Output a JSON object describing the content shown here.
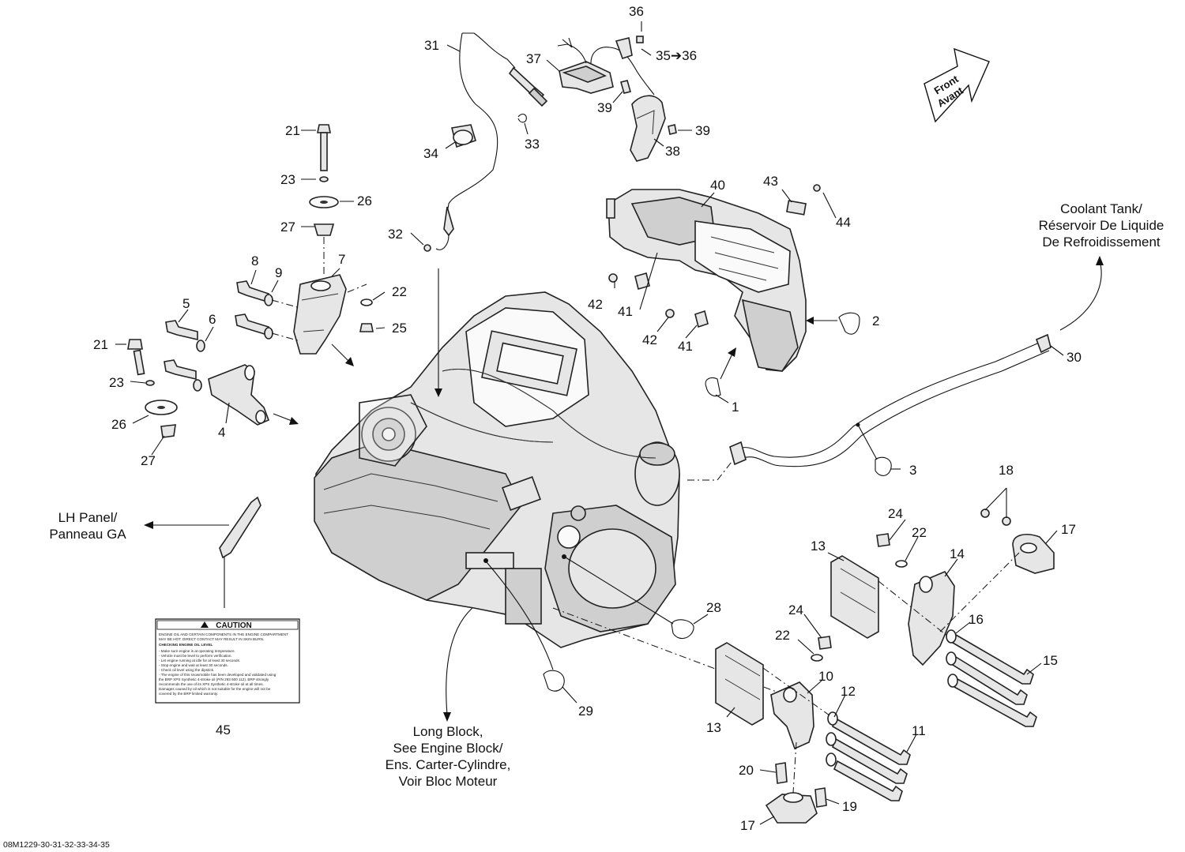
{
  "figure_ref": "08M1229-30-31-32-33-34-35",
  "direction": {
    "front": "Front",
    "avant": "Avant"
  },
  "notes": {
    "coolant": [
      "Coolant Tank/",
      "Réservoir De Liquide",
      "De Refroidissement"
    ],
    "lh_panel": [
      "LH Panel/",
      "Panneau GA"
    ],
    "long_block": [
      "Long Block,",
      "See Engine Block/",
      "Ens. Carter-Cylindre,",
      "Voir Bloc Moteur"
    ]
  },
  "callouts": {
    "c1": "1",
    "c2": "2",
    "c3": "3",
    "c4": "4",
    "c5": "5",
    "c6": "6",
    "c7": "7",
    "c8": "8",
    "c9": "9",
    "c10": "10",
    "c11": "11",
    "c12": "12",
    "c13a": "13",
    "c13b": "13",
    "c14": "14",
    "c15": "15",
    "c16": "16",
    "c17a": "17",
    "c17b": "17",
    "c18": "18",
    "c19": "19",
    "c20": "20",
    "c21a": "21",
    "c21b": "21",
    "c22a": "22",
    "c22b": "22",
    "c22c": "22",
    "c23a": "23",
    "c23b": "23",
    "c24a": "24",
    "c24b": "24",
    "c25": "25",
    "c26a": "26",
    "c26b": "26",
    "c27a": "27",
    "c27b": "27",
    "c28": "28",
    "c29": "29",
    "c30": "30",
    "c31": "31",
    "c32": "32",
    "c33": "33",
    "c34": "34",
    "c35": "35➔36",
    "c36": "36",
    "c37": "37",
    "c38": "38",
    "c39a": "39",
    "c39b": "39",
    "c40": "40",
    "c41a": "41",
    "c41b": "41",
    "c42a": "42",
    "c42b": "42",
    "c43": "43",
    "c44": "44",
    "c45": "45"
  },
  "caution_label": {
    "title": "CAUTION",
    "lines": [
      "ENGINE OIL AND CERTAIN COMPONENTS IN THE ENGINE COMPARTMENT",
      "MAY BE HOT. DIRECT CONTACT MAY RESULT IN SKIN BURN.",
      "CHECKING ENGINE OIL LEVEL",
      "- Make sure engine is at operating temperature.",
      "- Vehicle must be level to perform verification.",
      "- Let engine running at idle for at least 30 seconds.",
      "- Stop engine and wait at least 30 seconds.",
      "- Check oil level using the dipstick.",
      "- The engine of this snowmobile has been developed and validated using",
      "the BRP XPS Synthetic 4-stroke oil (P/N 293 600 112). BRP strongly",
      "recommends the use of its XPS Synthetic 4-stroke oil at all times.",
      "Damages caused by oil which is not suitable for the engine will not be",
      "covered by the BRP limited warranty."
    ]
  }
}
